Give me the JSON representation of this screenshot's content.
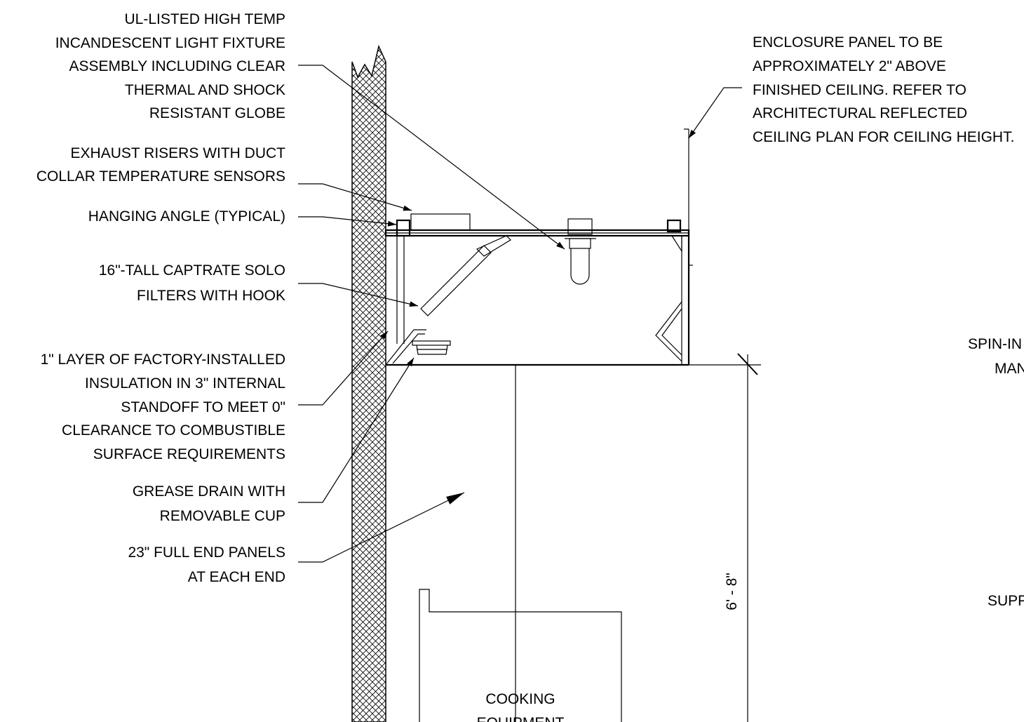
{
  "callouts_left": [
    {
      "id": "light-fixture",
      "lines": [
        "UL-LISTED HIGH TEMP",
        "INCANDESCENT LIGHT FIXTURE",
        "ASSEMBLY INCLUDING CLEAR",
        "THERMAL AND SHOCK",
        "RESISTANT GLOBE"
      ]
    },
    {
      "id": "exhaust-risers",
      "lines": [
        "EXHAUST RISERS WITH DUCT",
        "COLLAR TEMPERATURE SENSORS"
      ]
    },
    {
      "id": "hanging-angle",
      "lines": [
        "HANGING ANGLE (TYPICAL)"
      ]
    },
    {
      "id": "filters",
      "lines": [
        "16\"-TALL CAPTRATE SOLO",
        "FILTERS WITH HOOK"
      ]
    },
    {
      "id": "insulation",
      "lines": [
        "1\" LAYER OF FACTORY-INSTALLED",
        "INSULATION IN 3\" INTERNAL",
        "STANDOFF TO MEET 0\"",
        "CLEARANCE TO COMBUSTIBLE",
        "SURFACE REQUIREMENTS"
      ]
    },
    {
      "id": "grease-drain",
      "lines": [
        "GREASE DRAIN WITH",
        "REMOVABLE CUP"
      ]
    },
    {
      "id": "end-panels",
      "lines": [
        "23\" FULL END PANELS",
        "AT EACH END"
      ]
    }
  ],
  "callout_right": {
    "id": "enclosure-panel",
    "lines": [
      "ENCLOSURE PANEL TO BE",
      "APPROXIMATELY 2\" ABOVE",
      "FINISHED CEILING.  REFER TO",
      "ARCHITECTURAL REFLECTED",
      "CEILING PLAN FOR CEILING HEIGHT."
    ]
  },
  "clipped_right_labels": {
    "spin_in_1": "SPIN-IN",
    "spin_in_2": "MAN",
    "supply": "SUPP"
  },
  "dimension": "6' - 8\"",
  "equipment_label": [
    "COOKING",
    "EQUIPMENT"
  ]
}
